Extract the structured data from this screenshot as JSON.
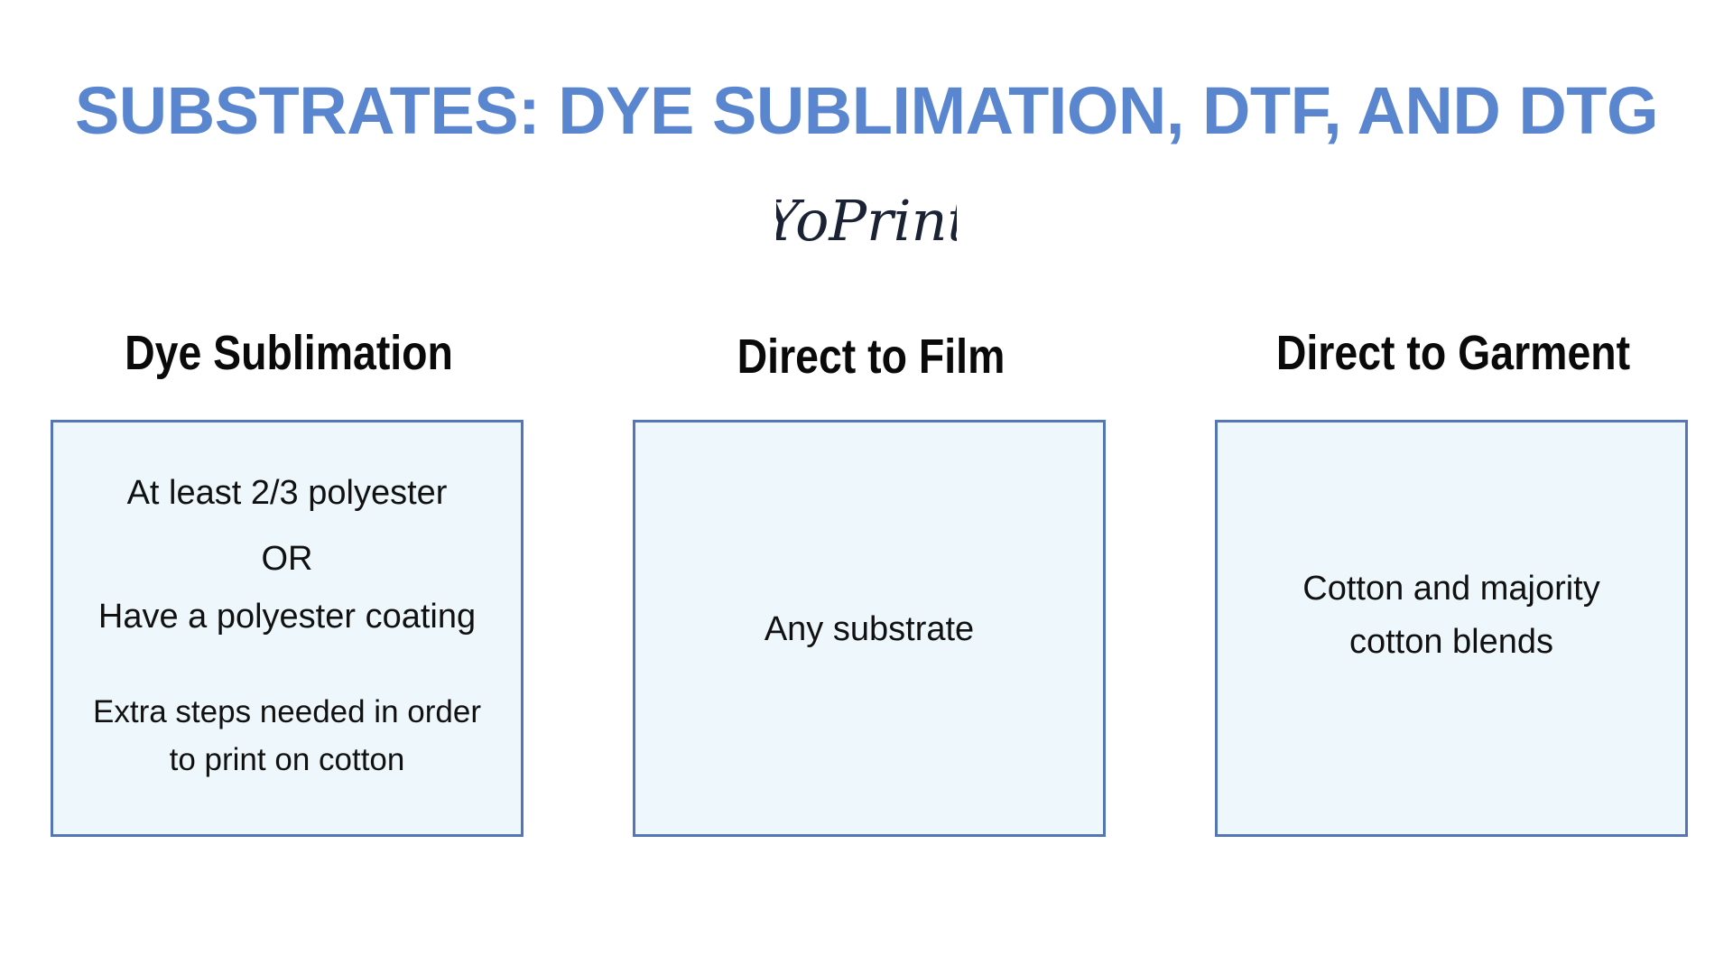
{
  "header": {
    "title": "SUBSTRATES: DYE SUBLIMATION, DTF, AND DTG",
    "title_color": "#5a86d0",
    "logo_text": "YoPrint"
  },
  "columns": [
    {
      "heading": "Dye Sublimation",
      "lines": [
        "At least 2/3 polyester",
        "OR",
        "Have a polyester coating",
        "Extra steps needed in order",
        "to print on cotton"
      ]
    },
    {
      "heading": "Direct to Film",
      "lines": [
        "Any substrate"
      ]
    },
    {
      "heading": "Direct to Garment",
      "lines": [
        "Cotton and majority",
        "cotton blends"
      ]
    }
  ],
  "colors": {
    "card_border": "#5476b8",
    "card_fill": "#eef8fc"
  }
}
